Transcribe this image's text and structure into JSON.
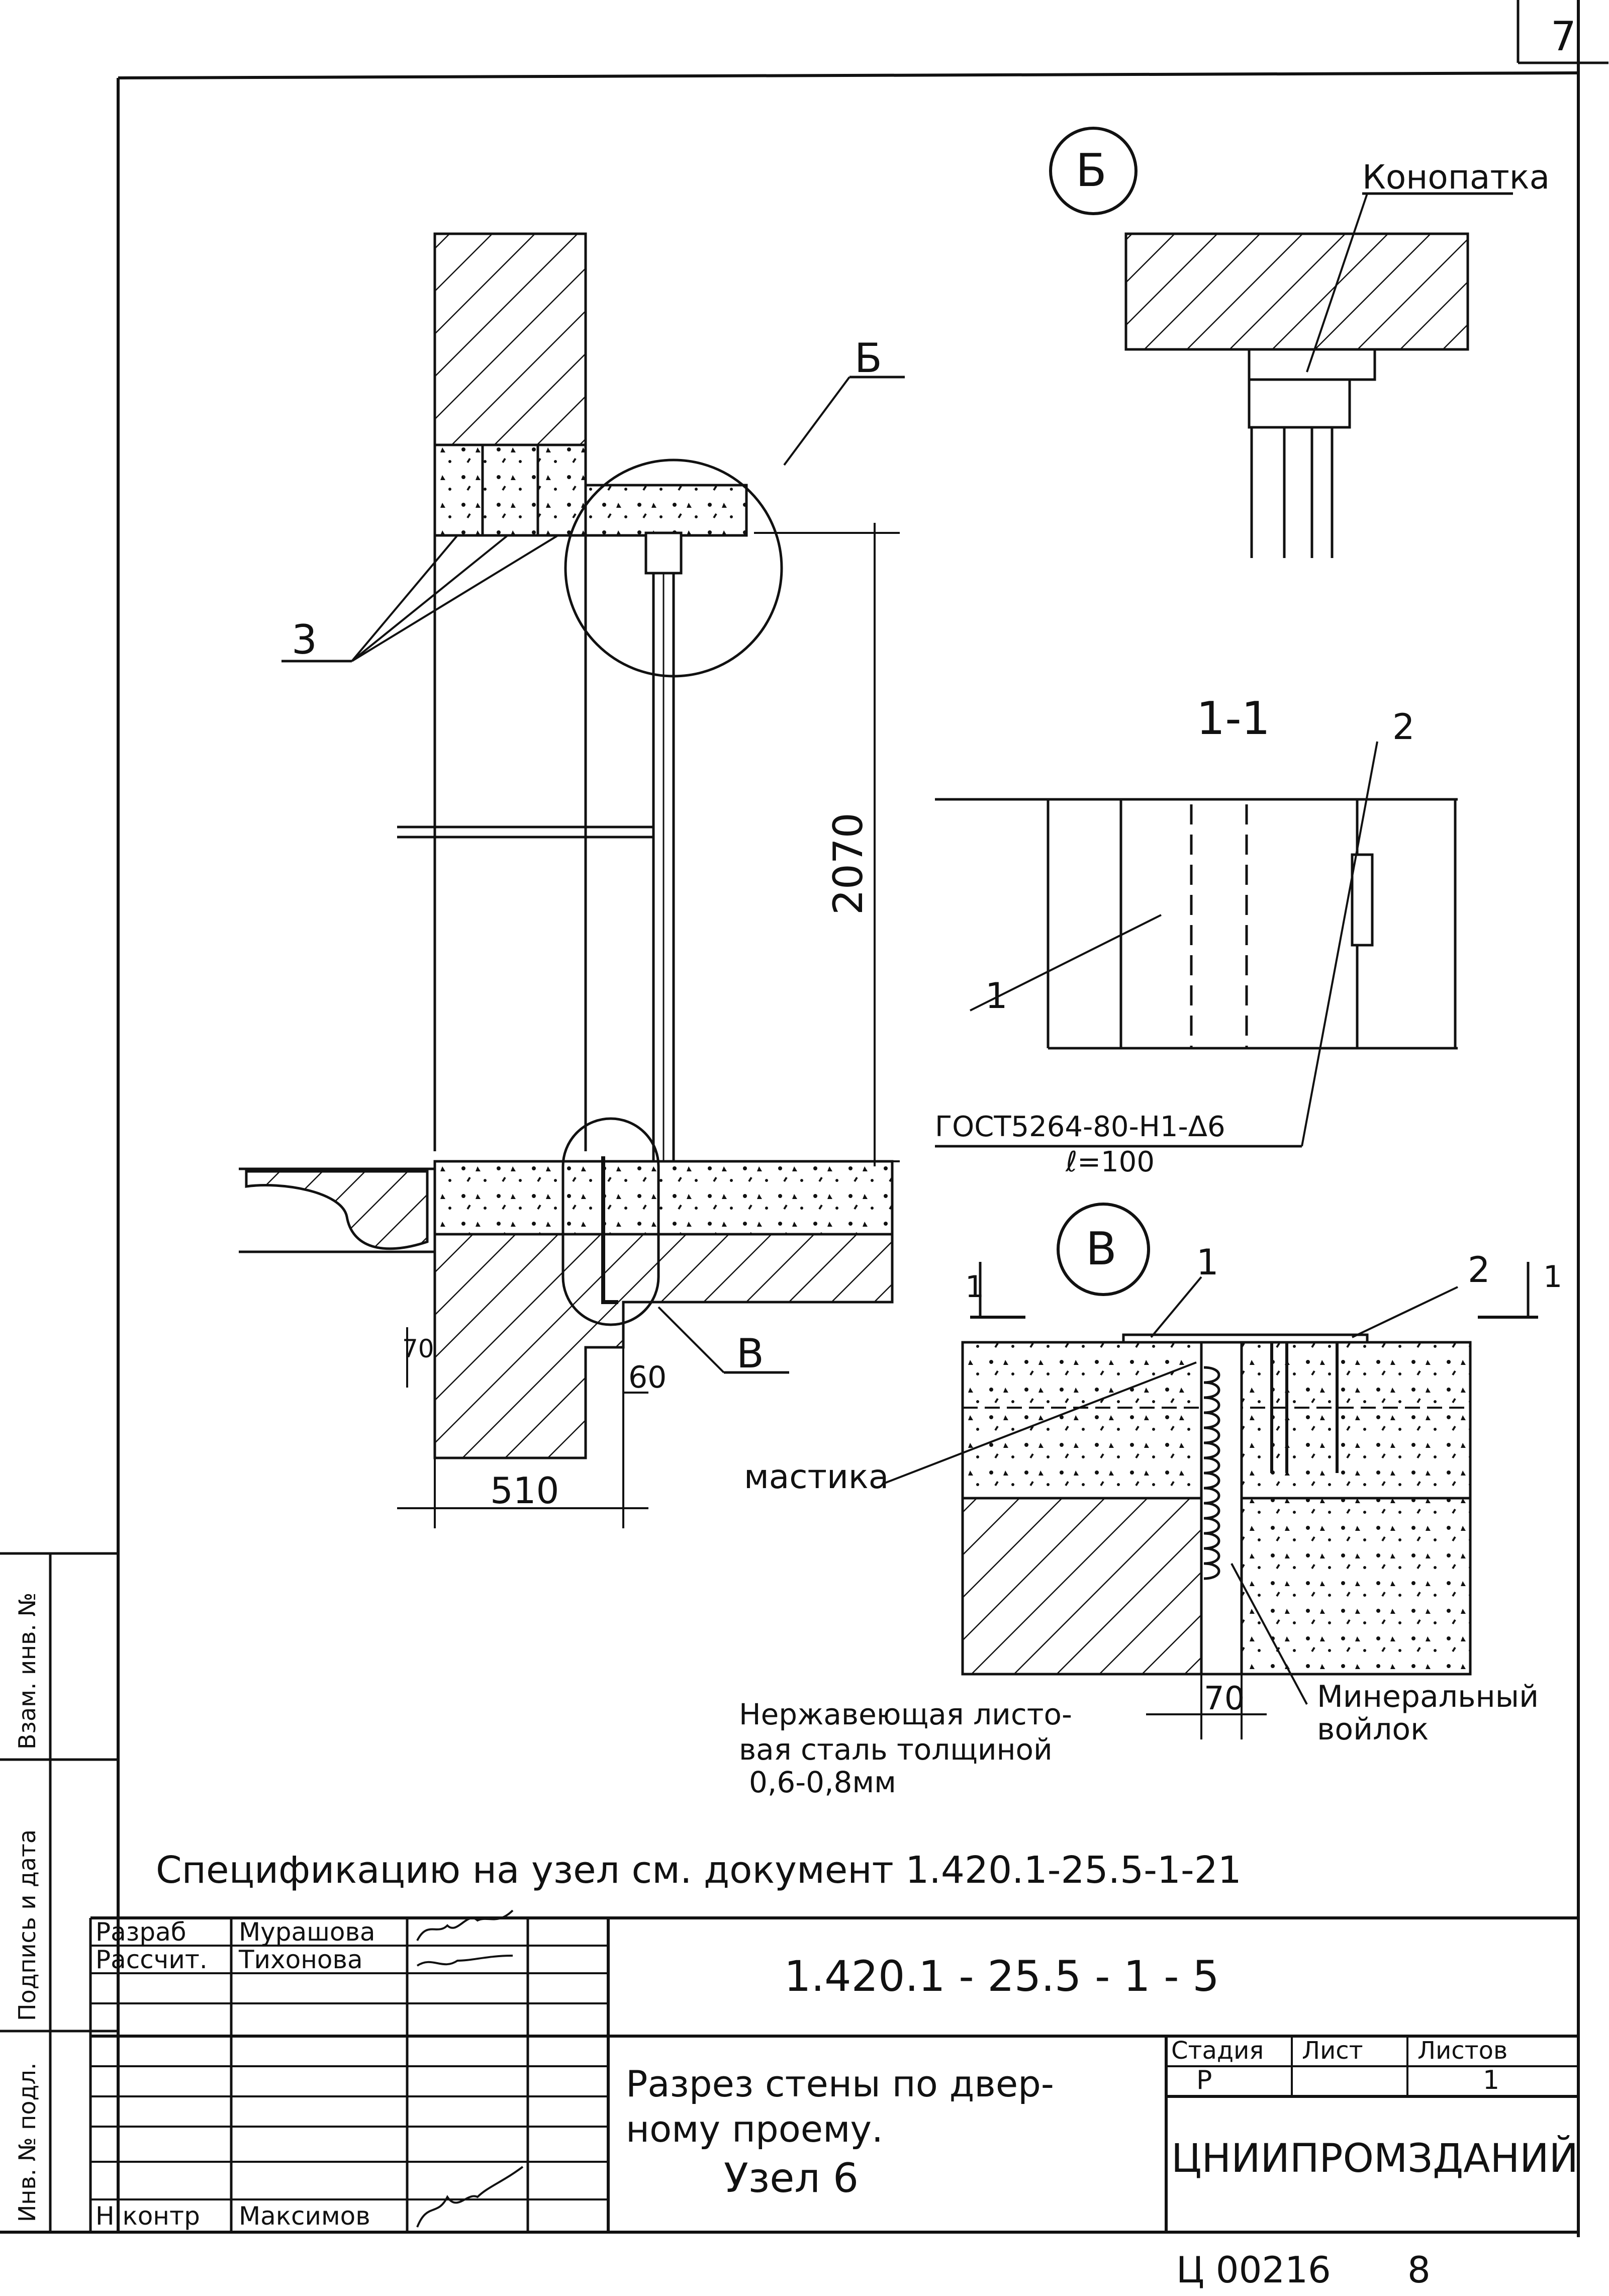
{
  "sheet_number_top": "7",
  "callouts": {
    "b_circle": "Б",
    "b_label": "Б",
    "v_circle": "В",
    "v_label": "В",
    "item3": "3",
    "section": "1-1",
    "item1_section": "1",
    "item2_section": "2",
    "item1_v": "1",
    "item2_v": "2",
    "cut_left": "1",
    "cut_right": "1"
  },
  "labels": {
    "konopatka": "Конопатка",
    "mastika": "мастика",
    "gost": "ГОСТ5264-80-Н1-Δ6",
    "gost_len": "ℓ=100",
    "steel_1": "Нержавеющая листо-",
    "steel_2": "вая сталь толщиной",
    "steel_3": "0,6-0,8мм",
    "felt_1": "Минеральный",
    "felt_2": "войлок"
  },
  "dimensions": {
    "door_height": "2070",
    "wall_width": "510",
    "d70_left": "70",
    "d60": "60",
    "d70_node": "70"
  },
  "spec_note": "Спецификацию на узел см. документ 1.420.1-25.5-1-21",
  "side_stamp": {
    "col1": "Инв. № подл.",
    "col2": "Подпись и дата",
    "col3": "Взам. инв. №"
  },
  "title_block": {
    "roles": [
      {
        "role": "Разраб",
        "name": "Мурашова"
      },
      {
        "role": "Рассчит.",
        "name": "Тихонова"
      },
      {
        "role": "",
        "name": ""
      },
      {
        "role": "",
        "name": ""
      },
      {
        "role": "",
        "name": ""
      },
      {
        "role": "",
        "name": ""
      },
      {
        "role": "Н контр",
        "name": "Максимов"
      }
    ],
    "doc_code": "1.420.1 - 25.5 - 1 - 5",
    "title_1": "Разрез стены по двер-",
    "title_2": "ному проему.",
    "title_3": "Узел 6",
    "stage_header": "Стадия",
    "sheet_header": "Лист",
    "sheets_header": "Листов",
    "stage_value": "Р",
    "sheet_value": "",
    "sheets_value": "1",
    "organization": "ЦНИИПРОМЗДАНИЙ"
  },
  "bottom_code": "Ц 00216",
  "bottom_page": "8"
}
